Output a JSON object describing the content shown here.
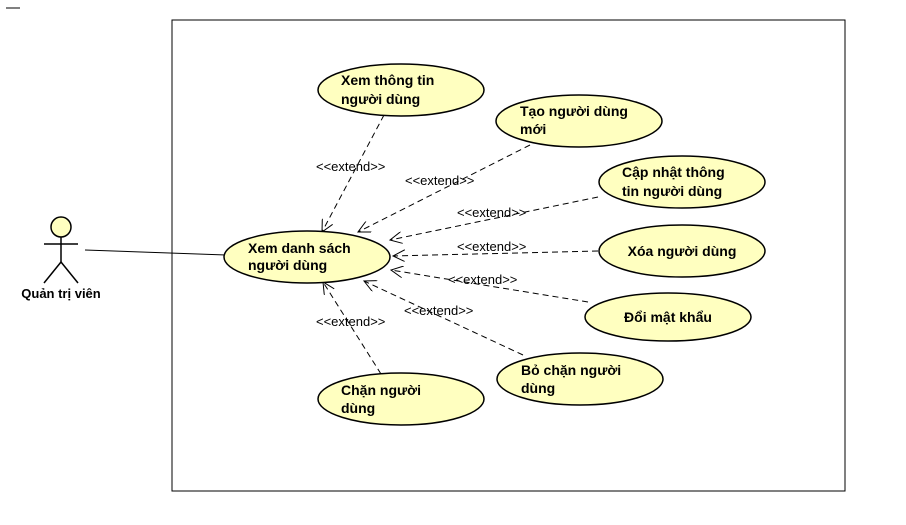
{
  "colors": {
    "usecase_fill": "#ffffc0",
    "stroke": "#000000",
    "background": "#ffffff"
  },
  "actor": {
    "name": "Quản trị viên"
  },
  "main_usecase": {
    "lines": [
      "Xem danh sách",
      "người dùng"
    ]
  },
  "extensions": [
    {
      "id": "view-user-info",
      "lines": [
        "Xem thông tin",
        "người dùng"
      ],
      "relation": "<<extend>>"
    },
    {
      "id": "create-user",
      "lines": [
        "Tạo người dùng",
        "mới"
      ],
      "relation": "<<extend>>"
    },
    {
      "id": "update-user-info",
      "lines": [
        "Cập nhật thông",
        "tin người dùng"
      ],
      "relation": "<<extend>>"
    },
    {
      "id": "delete-user",
      "lines": [
        "Xóa người dùng"
      ],
      "relation": "<<extend>>"
    },
    {
      "id": "change-password",
      "lines": [
        "Đổi mật khẩu"
      ],
      "relation": "<<extend>>"
    },
    {
      "id": "unblock-user",
      "lines": [
        "Bỏ chặn người",
        "dùng"
      ],
      "relation": "<<extend>>"
    },
    {
      "id": "block-user",
      "lines": [
        "Chặn người",
        "dùng"
      ],
      "relation": "<<extend>>"
    }
  ]
}
